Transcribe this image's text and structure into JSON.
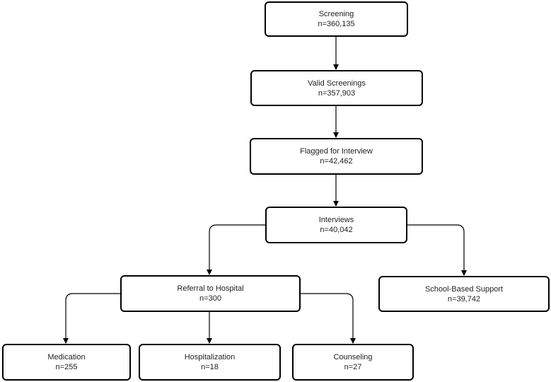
{
  "diagram": {
    "nodes": {
      "screening": {
        "label": "Screening",
        "count": "n=360,135"
      },
      "valid": {
        "label": "Valid Screenings",
        "count": "n=357,903"
      },
      "flagged": {
        "label": "Flagged for Interview",
        "count": "n=42,462"
      },
      "interviews": {
        "label": "Interviews",
        "count": "n=40,042"
      },
      "referral": {
        "label": "Referral to Hospital",
        "count": "n=300"
      },
      "school": {
        "label": "School-Based Support",
        "count": "n=39,742"
      },
      "medication": {
        "label": "Medication",
        "count": "n=255"
      },
      "hospitalization": {
        "label": "Hospitalization",
        "count": "n=18"
      },
      "counseling": {
        "label": "Counseling",
        "count": "n=27"
      }
    },
    "edges": [
      [
        "screening",
        "valid"
      ],
      [
        "valid",
        "flagged"
      ],
      [
        "flagged",
        "interviews"
      ],
      [
        "interviews",
        "referral"
      ],
      [
        "interviews",
        "school"
      ],
      [
        "referral",
        "medication"
      ],
      [
        "referral",
        "hospitalization"
      ],
      [
        "referral",
        "counseling"
      ]
    ],
    "colors": {
      "border": "#000000",
      "text": "#222222",
      "background": "#ffffff"
    }
  }
}
